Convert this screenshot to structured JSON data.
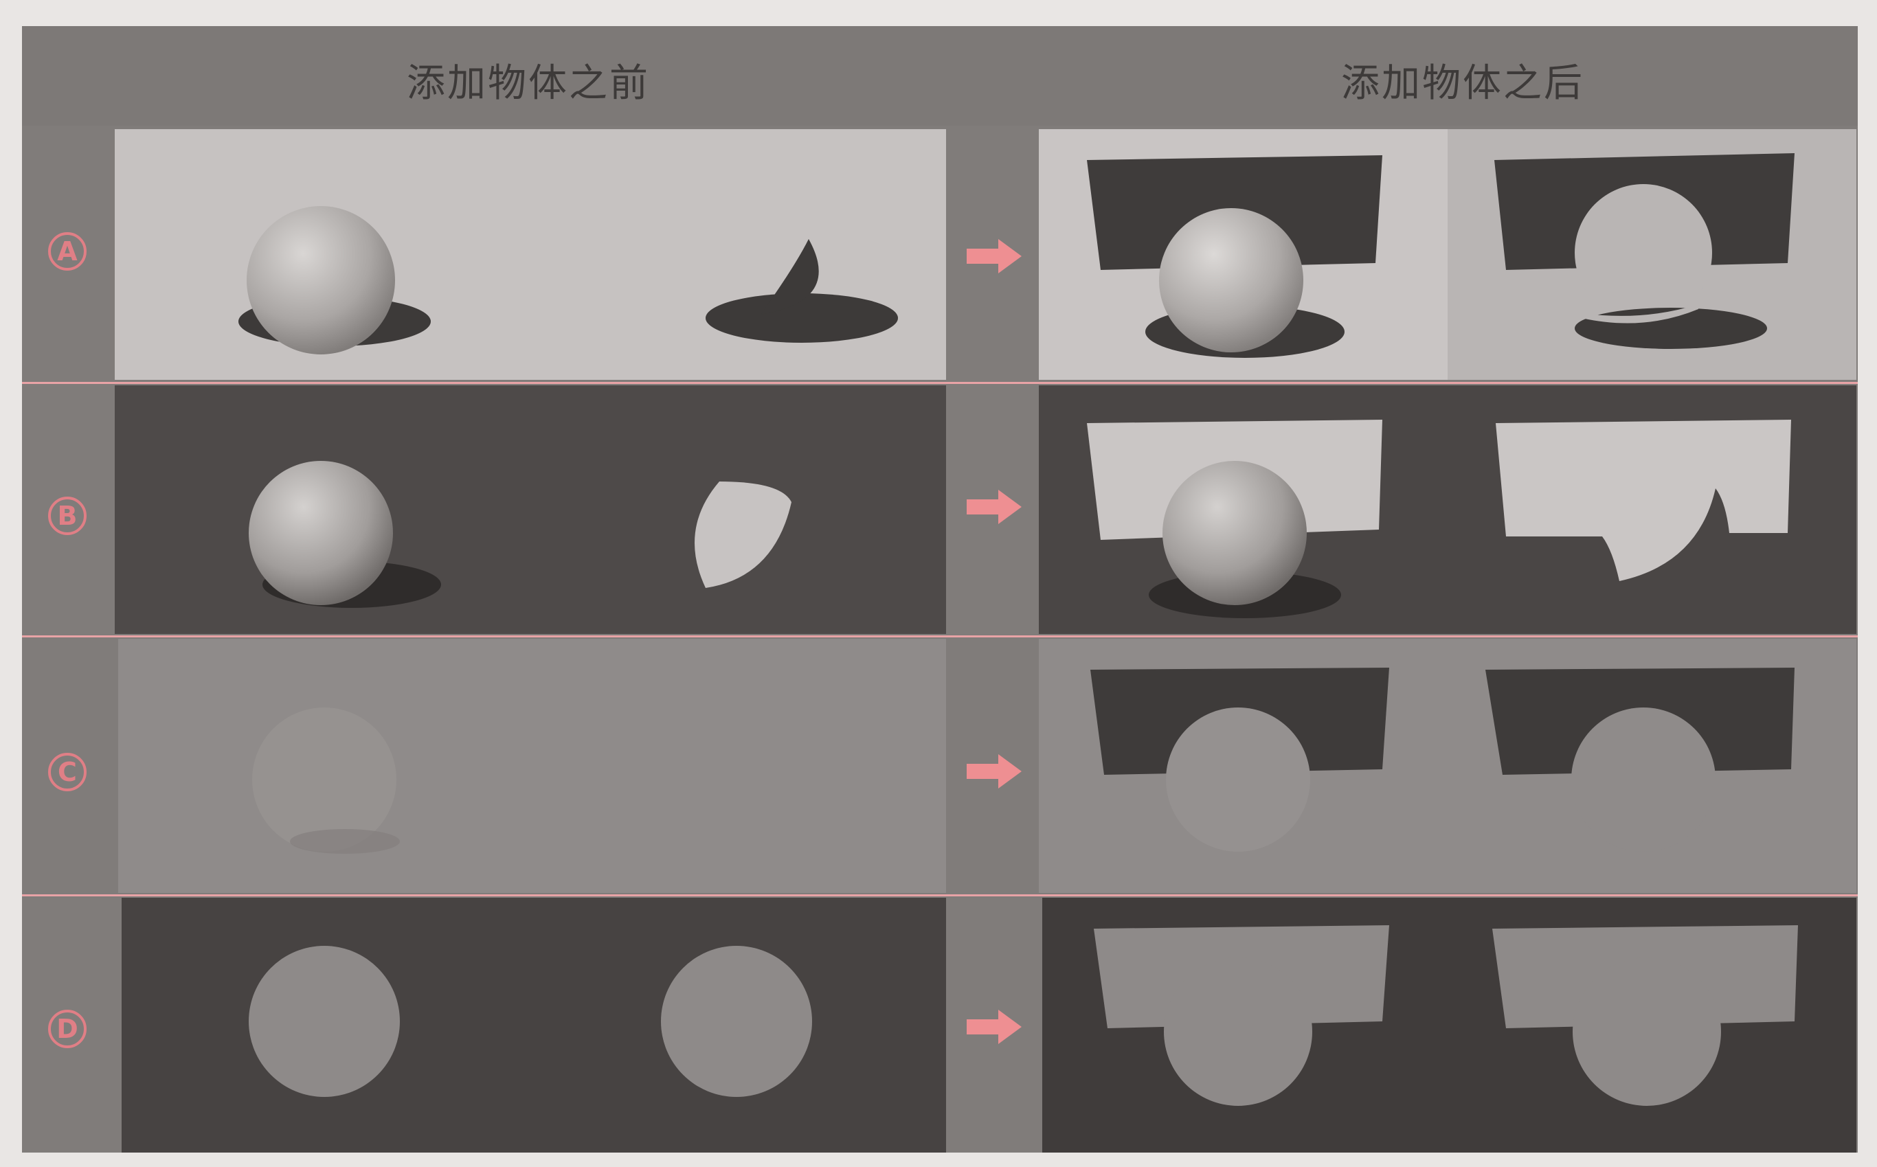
{
  "header": {
    "before_title": "添加物体之前",
    "after_title": "添加物体之后"
  },
  "rows": [
    {
      "label": "A"
    },
    {
      "label": "B"
    },
    {
      "label": "C"
    },
    {
      "label": "D"
    }
  ],
  "colors": {
    "accent_pink": "#e07f86",
    "arrow_pink": "#ee8f92"
  },
  "icons": {
    "arrow": "right-arrow-icon"
  }
}
